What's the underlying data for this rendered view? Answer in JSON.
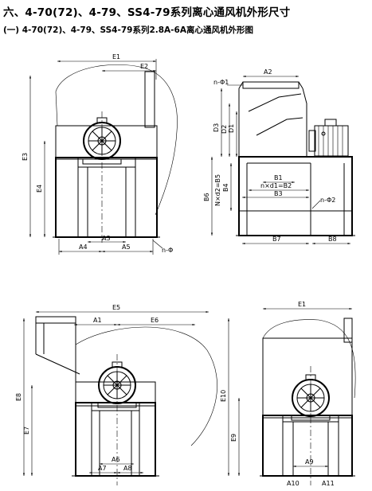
{
  "page": {
    "title": "六、4-70(72)、4-79、SS4-79系列离心通风机外形尺寸",
    "subtitle": "(一) 4-70(72)、4-79、SS4-79系列2.8A-6A离心通风机外形图"
  },
  "labels": {
    "e1": "E1",
    "e2": "E2",
    "e3": "E3",
    "e4": "E4",
    "a3": "A3",
    "a4": "A4",
    "a5": "A5",
    "n_phi": "n-Φ",
    "n_phi1": "n-Φ1",
    "a2": "A2",
    "d3": "D3",
    "d2": "D2",
    "d1": "D1",
    "b1": "B1",
    "nd1b2": "n×d1=B2",
    "b3": "B3",
    "b6": "B6",
    "nd2b5": "N×d2=B5",
    "b4": "B4",
    "n_phi2": "n-Φ2",
    "b7": "B7",
    "b8": "B8",
    "e5": "E5",
    "a1": "A1",
    "e6": "E6",
    "e8": "E8",
    "e7": "E7",
    "a6": "A6",
    "a7": "A7",
    "a8": "A8",
    "e1b": "E1",
    "e10": "E10",
    "e9": "E9",
    "a9": "A9",
    "a10": "A10",
    "a11": "A11"
  }
}
